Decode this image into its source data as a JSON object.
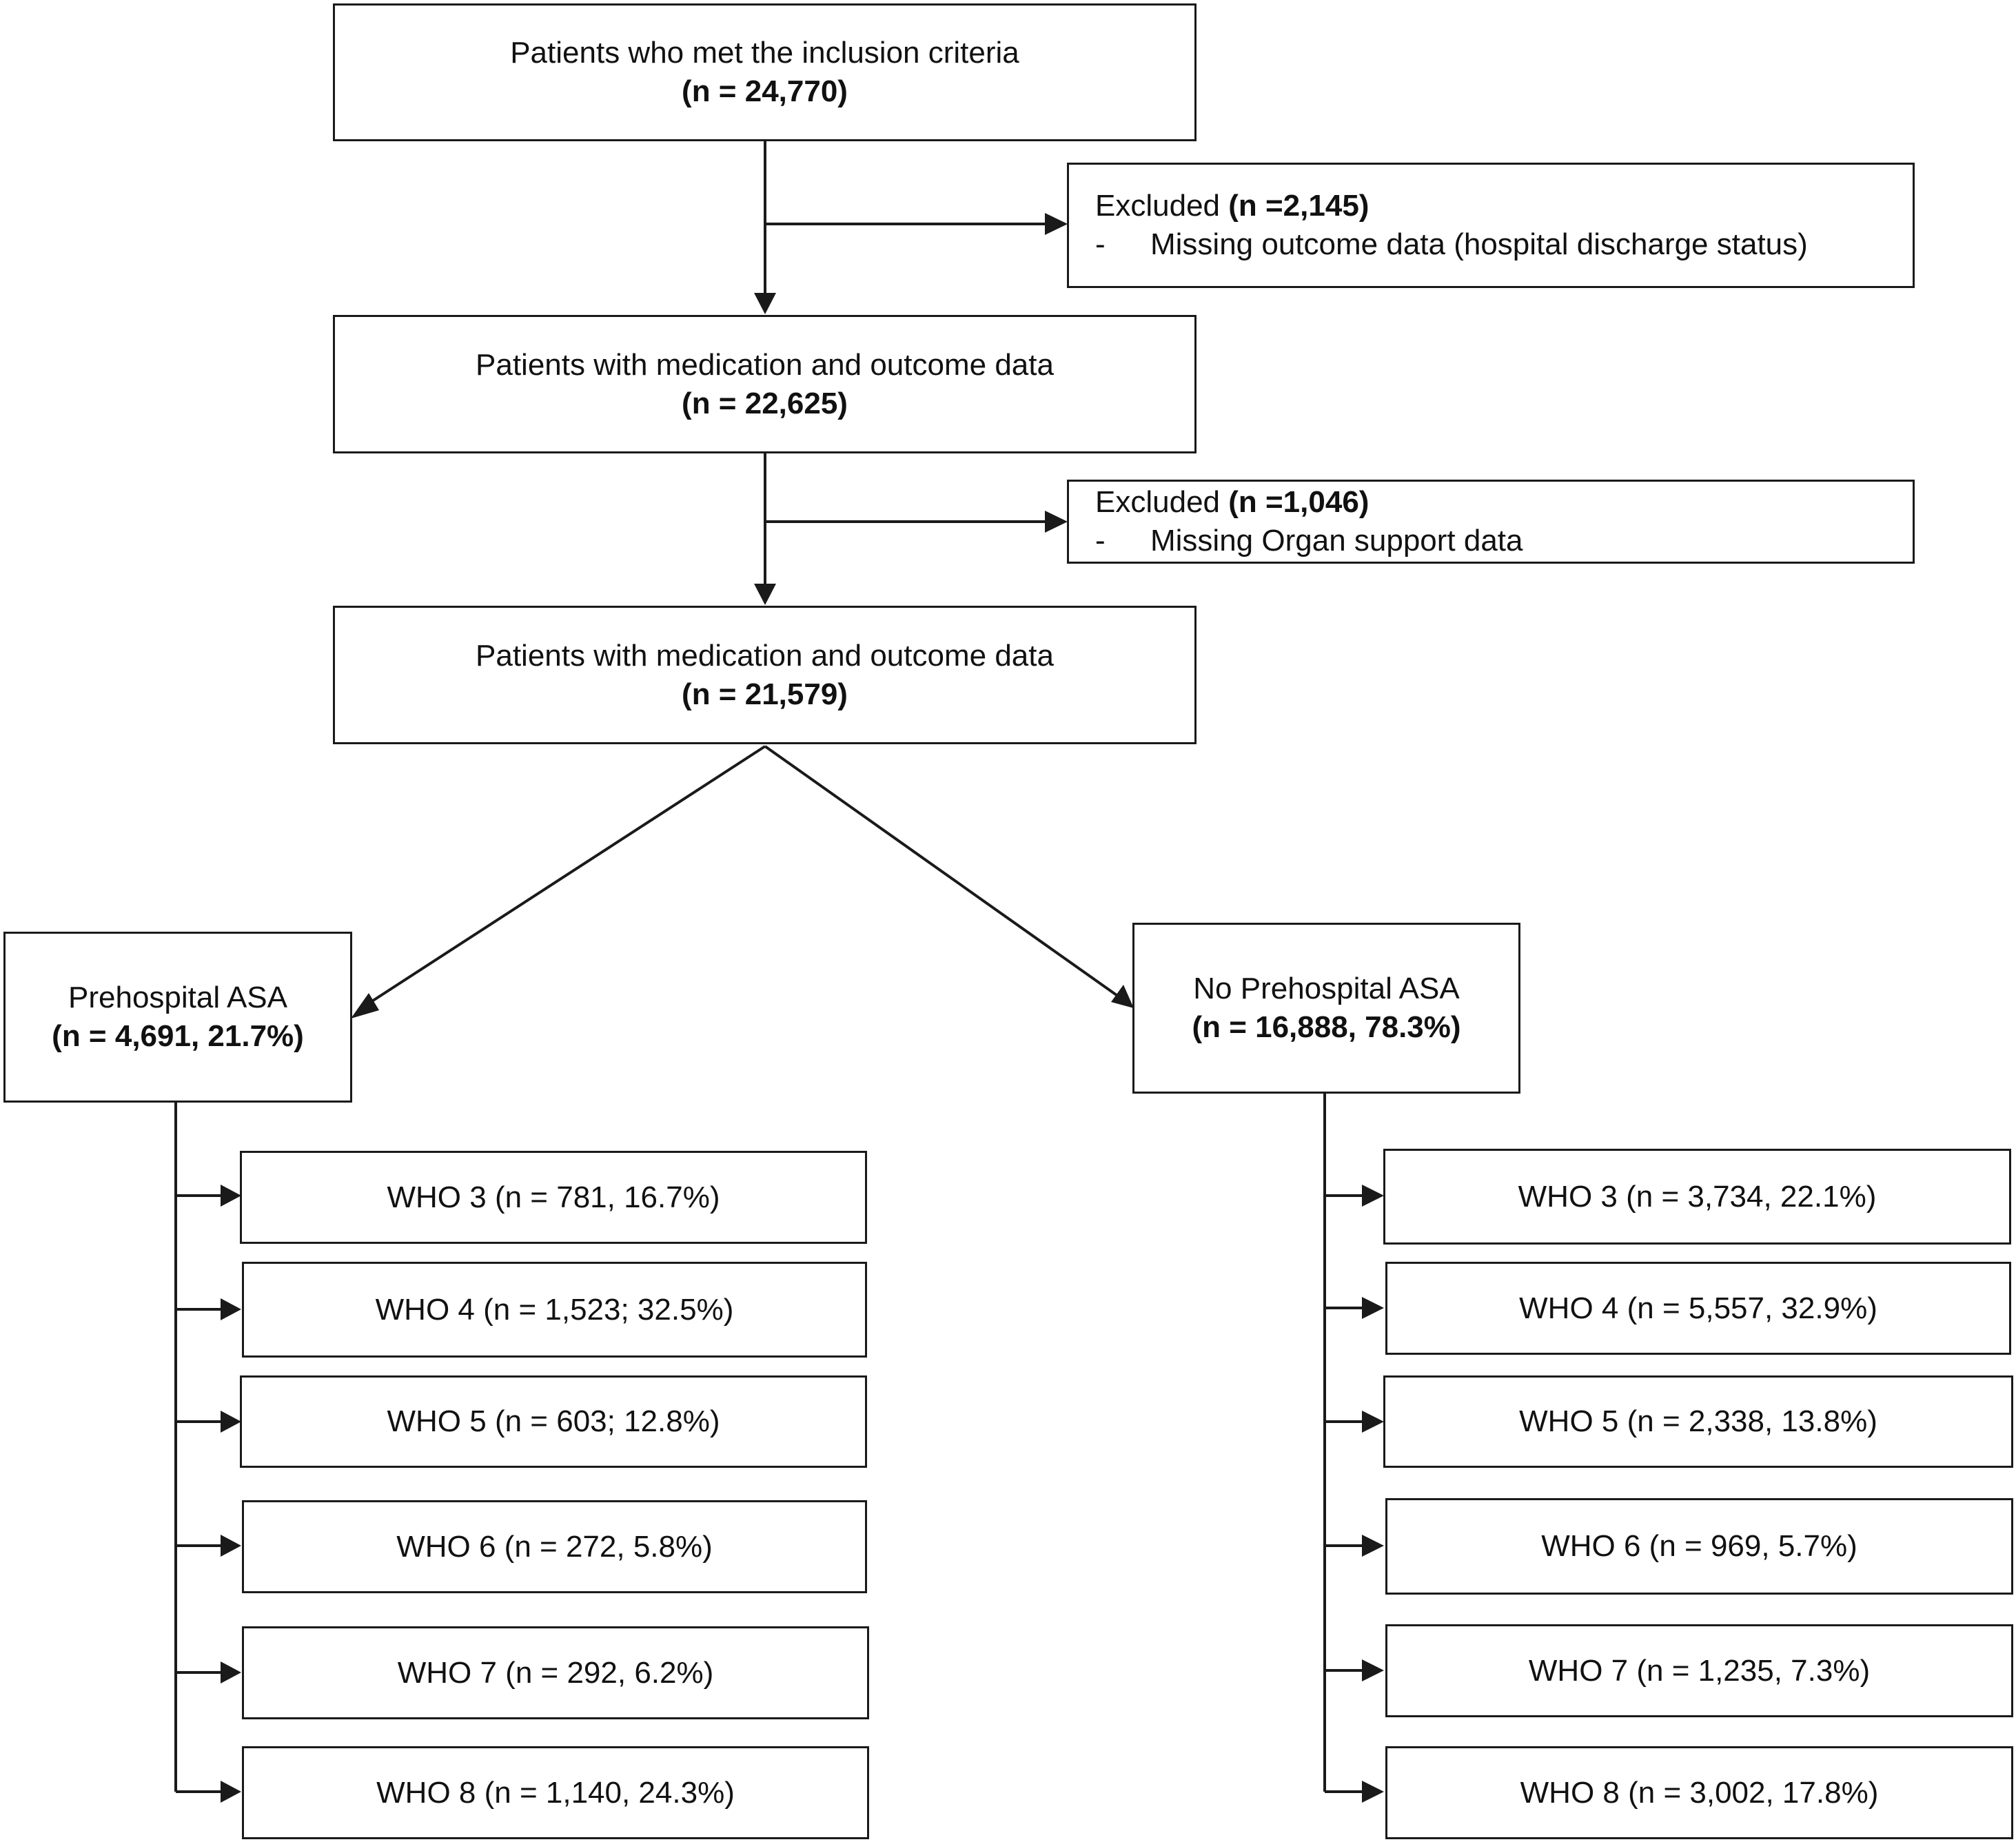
{
  "boxes": {
    "inclusion": {
      "line1": "Patients who met the inclusion criteria",
      "line2": "(n = 24,770)"
    },
    "excluded_1": {
      "label": "Excluded ",
      "count": "(n =2,145)",
      "dash": "-",
      "reason": "Missing outcome data (hospital discharge status)"
    },
    "med_outcome_1": {
      "line1": "Patients with medication and outcome data",
      "line2": "(n = 22,625)"
    },
    "excluded_2": {
      "label": "Excluded ",
      "count": "(n =1,046)",
      "dash": "-",
      "reason": "Missing Organ support data"
    },
    "med_outcome_2": {
      "line1": "Patients with medication and outcome data",
      "line2": "(n = 21,579)"
    },
    "prehospital_asa": {
      "line1": "Prehospital ASA",
      "line2": "(n = 4,691, 21.7%)"
    },
    "no_prehospital_asa": {
      "line1": "No Prehospital ASA",
      "line2": "(n = 16,888, 78.3%)"
    }
  },
  "asa_groups": [
    "WHO 3 (n = 781, 16.7%)",
    "WHO 4 (n = 1,523; 32.5%)",
    "WHO 5 (n = 603; 12.8%)",
    "WHO 6 (n = 272, 5.8%)",
    "WHO 7 (n = 292, 6.2%)",
    "WHO 8 (n = 1,140, 24.3%)"
  ],
  "no_asa_groups": [
    "WHO 3 (n = 3,734, 22.1%)",
    "WHO 4 (n = 5,557, 32.9%)",
    "WHO 5 (n = 2,338, 13.8%)",
    "WHO 6 (n = 969, 5.7%)",
    "WHO 7 (n = 1,235, 7.3%)",
    "WHO 8 (n = 3,002, 17.8%)"
  ]
}
